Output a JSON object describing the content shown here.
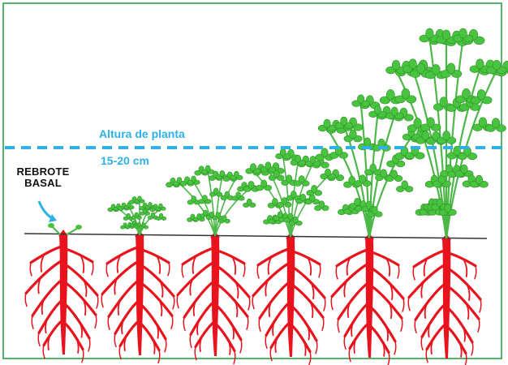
{
  "diagram": {
    "labels": {
      "plant_height": "Altura de planta",
      "height_range": "15-20 cm",
      "basal_regrowth_line1": "REBROTE",
      "basal_regrowth_line2": "BASAL"
    },
    "colors": {
      "frame": "#55b36b",
      "root": "#e8131c",
      "stem": "#4cb848",
      "leaf": "#49c43f",
      "leaf_dark": "#2f8f2a",
      "dashed_line": "#2eb1e6",
      "ground": "#333333",
      "arrow": "#2eb1e6"
    },
    "growth_stages": [
      {
        "stage": 1
      },
      {
        "stage": 2
      },
      {
        "stage": 3
      },
      {
        "stage": 4
      },
      {
        "stage": 5
      },
      {
        "stage": 6
      }
    ]
  }
}
